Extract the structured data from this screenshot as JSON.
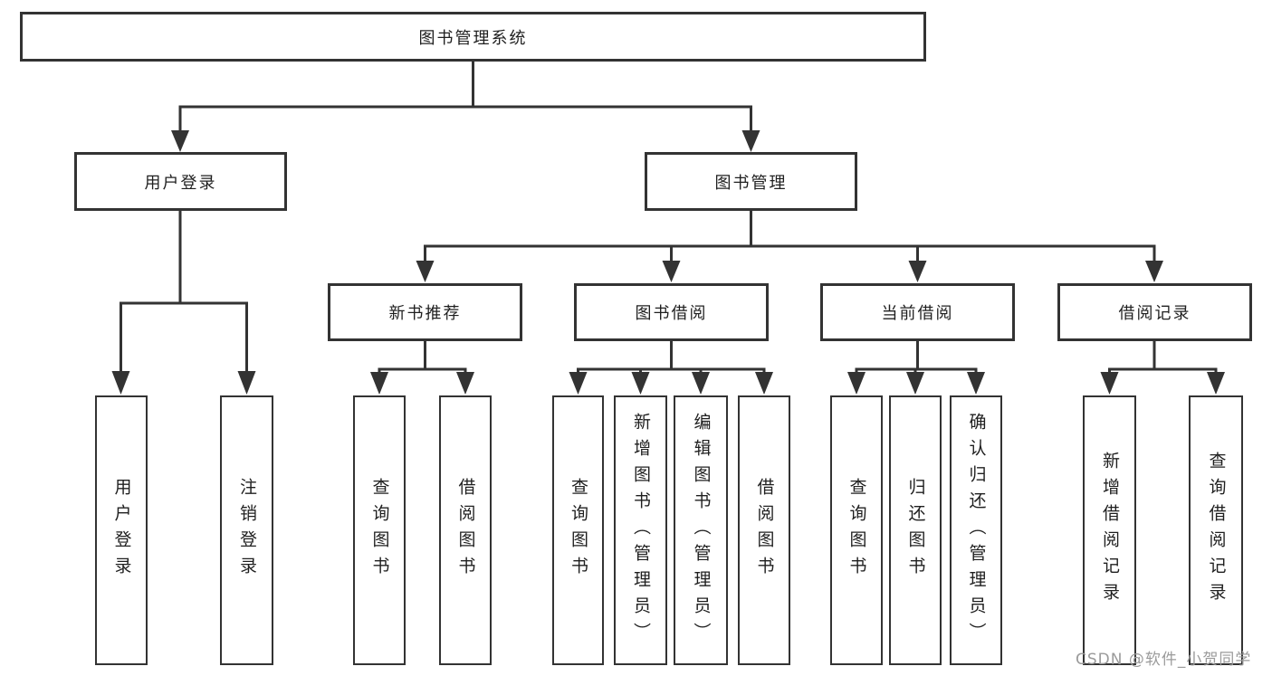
{
  "nodes": {
    "root": "图书管理系统",
    "level2": [
      "用户登录",
      "图书管理"
    ],
    "level3": [
      "新书推荐",
      "图书借阅",
      "当前借阅",
      "借阅记录"
    ],
    "leaves": [
      "用户登录",
      "注销登录",
      "查询图书",
      "借阅图书",
      "查询图书",
      "新增图书（管理员）",
      "编辑图书（管理员）",
      "借阅图书",
      "查询图书",
      "归还图书",
      "确认归还（管理员）",
      "新增借阅记录",
      "查询借阅记录"
    ]
  },
  "watermark": "CSDN @软件_小贺同学",
  "colors": {
    "line": "#333333",
    "text": "#1f1f1f",
    "background": "#ffffff",
    "watermark": "#9b9b9b"
  }
}
